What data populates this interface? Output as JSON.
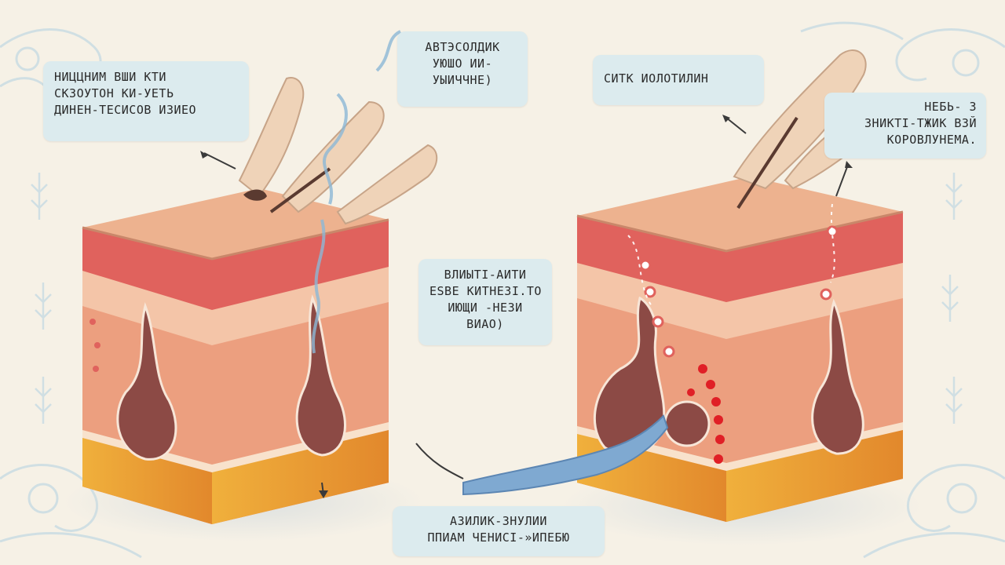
{
  "labels": {
    "top_left": {
      "lines": [
        "НИЦЦНИМ ВШИ КТИ",
        "СКЗОУТОН КИ-УЕТЬ",
        "ДИНЕН-ТЕСИСОВ ИЗИЕО"
      ]
    },
    "top_center": {
      "lines": [
        "АВТЭСОЛДИК",
        "УЮШО ИИ-",
        "УЫИЧЧНЕ)"
      ]
    },
    "top_right": {
      "lines": [
        "СИТК ИОЛОТИЛИН"
      ]
    },
    "right_side": {
      "lines": [
        "НЕБЬ- З",
        "ЗНИКТІ-ТЖИК ВЗЙ",
        "КОРОВЛУНЕМА."
      ]
    },
    "middle": {
      "lines": [
        "ВЛИЫТІ-АИТИ",
        "ESBE КИТНЕЗІ.ТО",
        "ИЮЩИ -НЕЗИ",
        "ВИАО)"
      ]
    },
    "bottom": {
      "lines": [
        "АЗИЛИК-ЗНУЛИИ",
        "ППИАМ ЧЕНИСІ-»ИПЕБЮ"
      ]
    }
  },
  "colors": {
    "background": "#f6f1e6",
    "label_box": "#dcebee",
    "epidermis_top": "#edb28f",
    "dermis_red": "#e0625d",
    "dermis_light": "#f4c5a8",
    "dermis_deep": "#ec9f7f",
    "subcutaneous_fat": "#eea43a",
    "hair_follicle": "#8c4a45",
    "blood_dots": "#e01f26",
    "vapor_blue": "#8cb8d6",
    "decoration": "#c7dbe3"
  }
}
